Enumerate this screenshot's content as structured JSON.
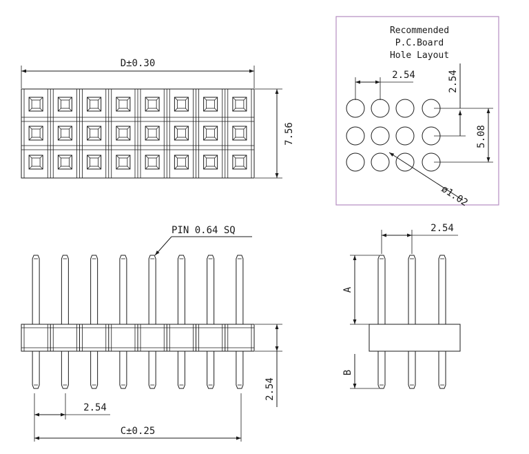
{
  "colors": {
    "line": "#1a1a1a",
    "frame": "#b48cc0",
    "background": "#ffffff"
  },
  "top_view": {
    "width_dim": "D±0.30",
    "height_dim": "7.56",
    "columns": 8,
    "rows": 3
  },
  "pcb_layout": {
    "title_lines": [
      "Recommended",
      "P.C.Board",
      "Hole Layout"
    ],
    "pitch_h": "2.54",
    "pitch_v": "2.54",
    "span_v": "5.08",
    "hole_dia": "ø1.02",
    "columns": 4,
    "rows": 3
  },
  "front_view": {
    "pin_label": "PIN  0.64  SQ",
    "pitch": "2.54",
    "tail_dim": "2.54",
    "overall_dim": "C±0.25",
    "pins": 8
  },
  "side_view": {
    "pitch": "2.54",
    "upper_len": "A",
    "lower_len": "B",
    "pins": 3
  }
}
